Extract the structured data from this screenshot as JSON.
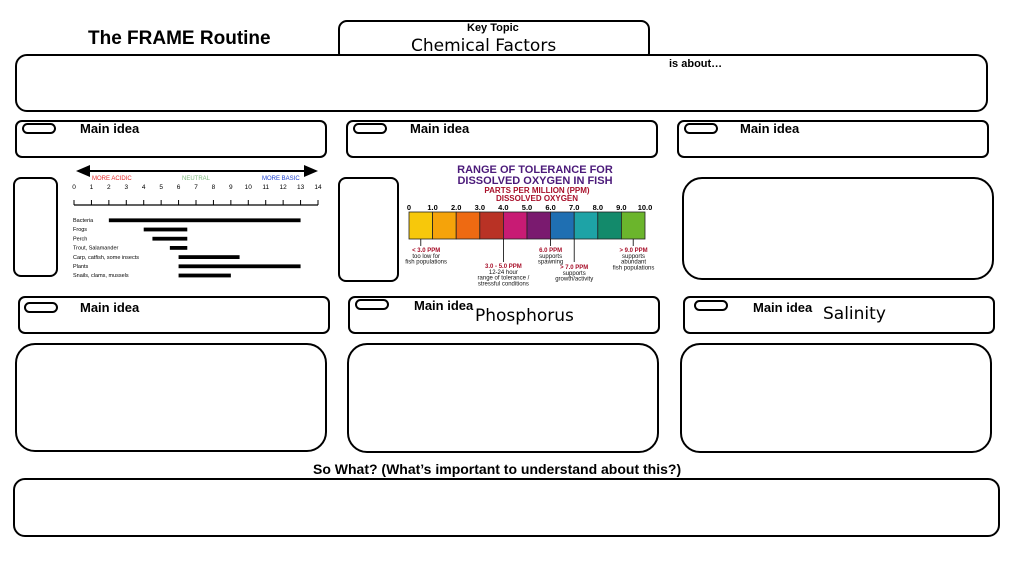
{
  "title": "The FRAME Routine",
  "key_topic": {
    "label": "Key Topic",
    "value": "Chemical Factors"
  },
  "is_about": "is about…",
  "main_idea_label": "Main idea",
  "row2": {
    "idea_middle": "Phosphorus",
    "idea_right": "Salinity"
  },
  "so_what": "So What? (What’s important to understand about this?)",
  "ph_chart": {
    "more_acidic": "MORE ACIDIC",
    "neutral": "NEUTRAL",
    "more_basic": "MORE BASIC",
    "ticks": [
      "0",
      "1",
      "2",
      "3",
      "4",
      "5",
      "6",
      "7",
      "8",
      "9",
      "10",
      "11",
      "12",
      "13",
      "14"
    ],
    "organisms": [
      {
        "name": "Bacteria",
        "min": 2,
        "max": 13
      },
      {
        "name": "Frogs",
        "min": 4,
        "max": 6.5
      },
      {
        "name": "Perch",
        "min": 4.5,
        "max": 6.5
      },
      {
        "name": "Trout, Salamander",
        "min": 5.5,
        "max": 6.5
      },
      {
        "name": "Carp, catfish, some insects",
        "min": 6,
        "max": 9.5
      },
      {
        "name": "Plants",
        "min": 6,
        "max": 13
      },
      {
        "name": "Snails, clams, mussels",
        "min": 6,
        "max": 9
      }
    ],
    "colors": {
      "acidic": "#e8292a",
      "neutral": "#7db87d",
      "basic": "#1c3fd1"
    }
  },
  "oxygen_chart": {
    "title_line1": "RANGE OF TOLERANCE FOR",
    "title_line2": "DISSOLVED OXYGEN IN FISH",
    "subtitle_line1": "PARTS PER MILLION (PPM)",
    "subtitle_line2": "DISSOLVED OXYGEN",
    "scale": [
      "0",
      "1.0",
      "2.0",
      "3.0",
      "4.0",
      "5.0",
      "6.0",
      "7.0",
      "8.0",
      "9.0",
      "10.0"
    ],
    "segment_colors": [
      "#f7c80b",
      "#f5a30a",
      "#ee6a12",
      "#b93225",
      "#c81b74",
      "#7a1a6f",
      "#1f6fb2",
      "#1ea3a6",
      "#138a6b",
      "#6bb52c"
    ],
    "annotations": [
      {
        "lines": [
          "< 3.0 PPM",
          "too low for",
          "fish populations"
        ]
      },
      {
        "lines": [
          "3.0 - 5.0 PPM",
          "12-24 hour",
          "range of tolerance /",
          "stressful conditions"
        ]
      },
      {
        "lines": [
          "6.0 PPM",
          "supports",
          "spawning"
        ]
      },
      {
        "lines": [
          "> 7.0 PPM",
          "supports",
          "growth/activity"
        ]
      },
      {
        "lines": [
          "> 9.0 PPM",
          "supports",
          "abundant",
          "fish populations"
        ]
      }
    ],
    "colors": {
      "title": "#4b1a7a",
      "subtitle": "#a8102a"
    }
  }
}
